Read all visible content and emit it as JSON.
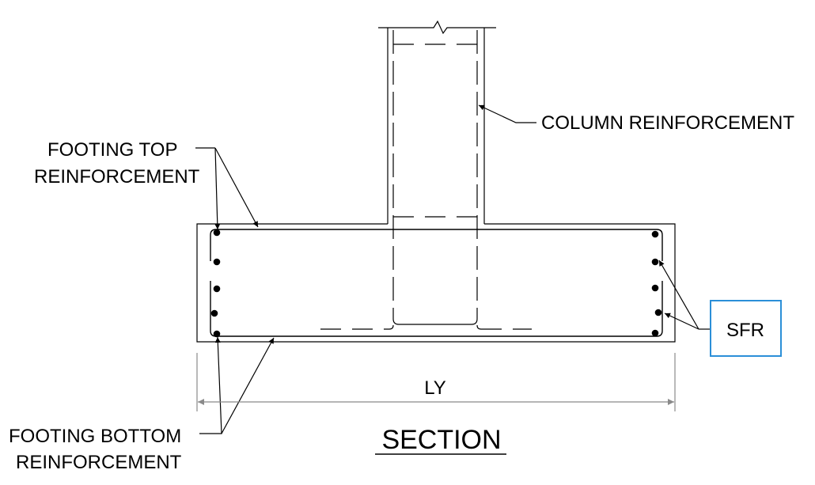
{
  "labels": {
    "column_reinforcement": "COLUMN REINFORCEMENT",
    "footing_top_line1": "FOOTING TOP",
    "footing_top_line2": "REINFORCEMENT",
    "footing_bottom_line1": "FOOTING BOTTOM",
    "footing_bottom_line2": "REINFORCEMENT",
    "sfr": "SFR",
    "dimension": "LY",
    "section_title": "SECTION"
  },
  "colors": {
    "line": "#000000",
    "dimension_line": "#8a8a8a",
    "sfr_box_border": "#2b8fd8"
  }
}
